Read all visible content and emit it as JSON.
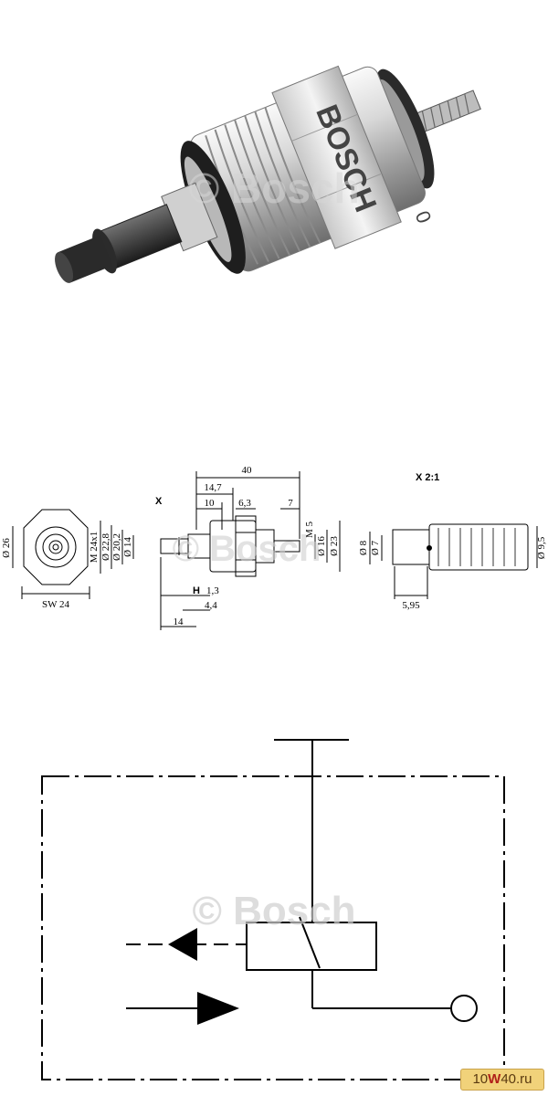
{
  "photo": {
    "brand_on_body": "BOSCH",
    "digit_on_body": "0"
  },
  "watermark": "© Bosch",
  "drawing": {
    "dim_overall": "40",
    "dim_14_7": "14,7",
    "dim_10": "10",
    "dim_6_3": "6,3",
    "dim_7": "7",
    "detail_marker": "X",
    "detail_title": "X  2:1",
    "dia_26": "Ø 26",
    "sw_24": "SW 24",
    "thread_m24": "M 24x1",
    "dia_22_8": "Ø 22,8",
    "dia_20_2": "Ø 20,2",
    "dia_14": "Ø 14",
    "stroke_h": "H",
    "dim_1_3": "1,3",
    "dim_4_4": "4,4",
    "dim_14": "14",
    "thread_m5": "M 5",
    "dia_16": "Ø 16",
    "dia_23": "Ø 23",
    "dia_8": "Ø 8",
    "dia_7": "Ø 7",
    "dia_9_5": "Ø 9,5",
    "dim_5_95": "5,95"
  },
  "badge": {
    "prefix": "10",
    "letter": "W",
    "suffix": "40.ru"
  }
}
